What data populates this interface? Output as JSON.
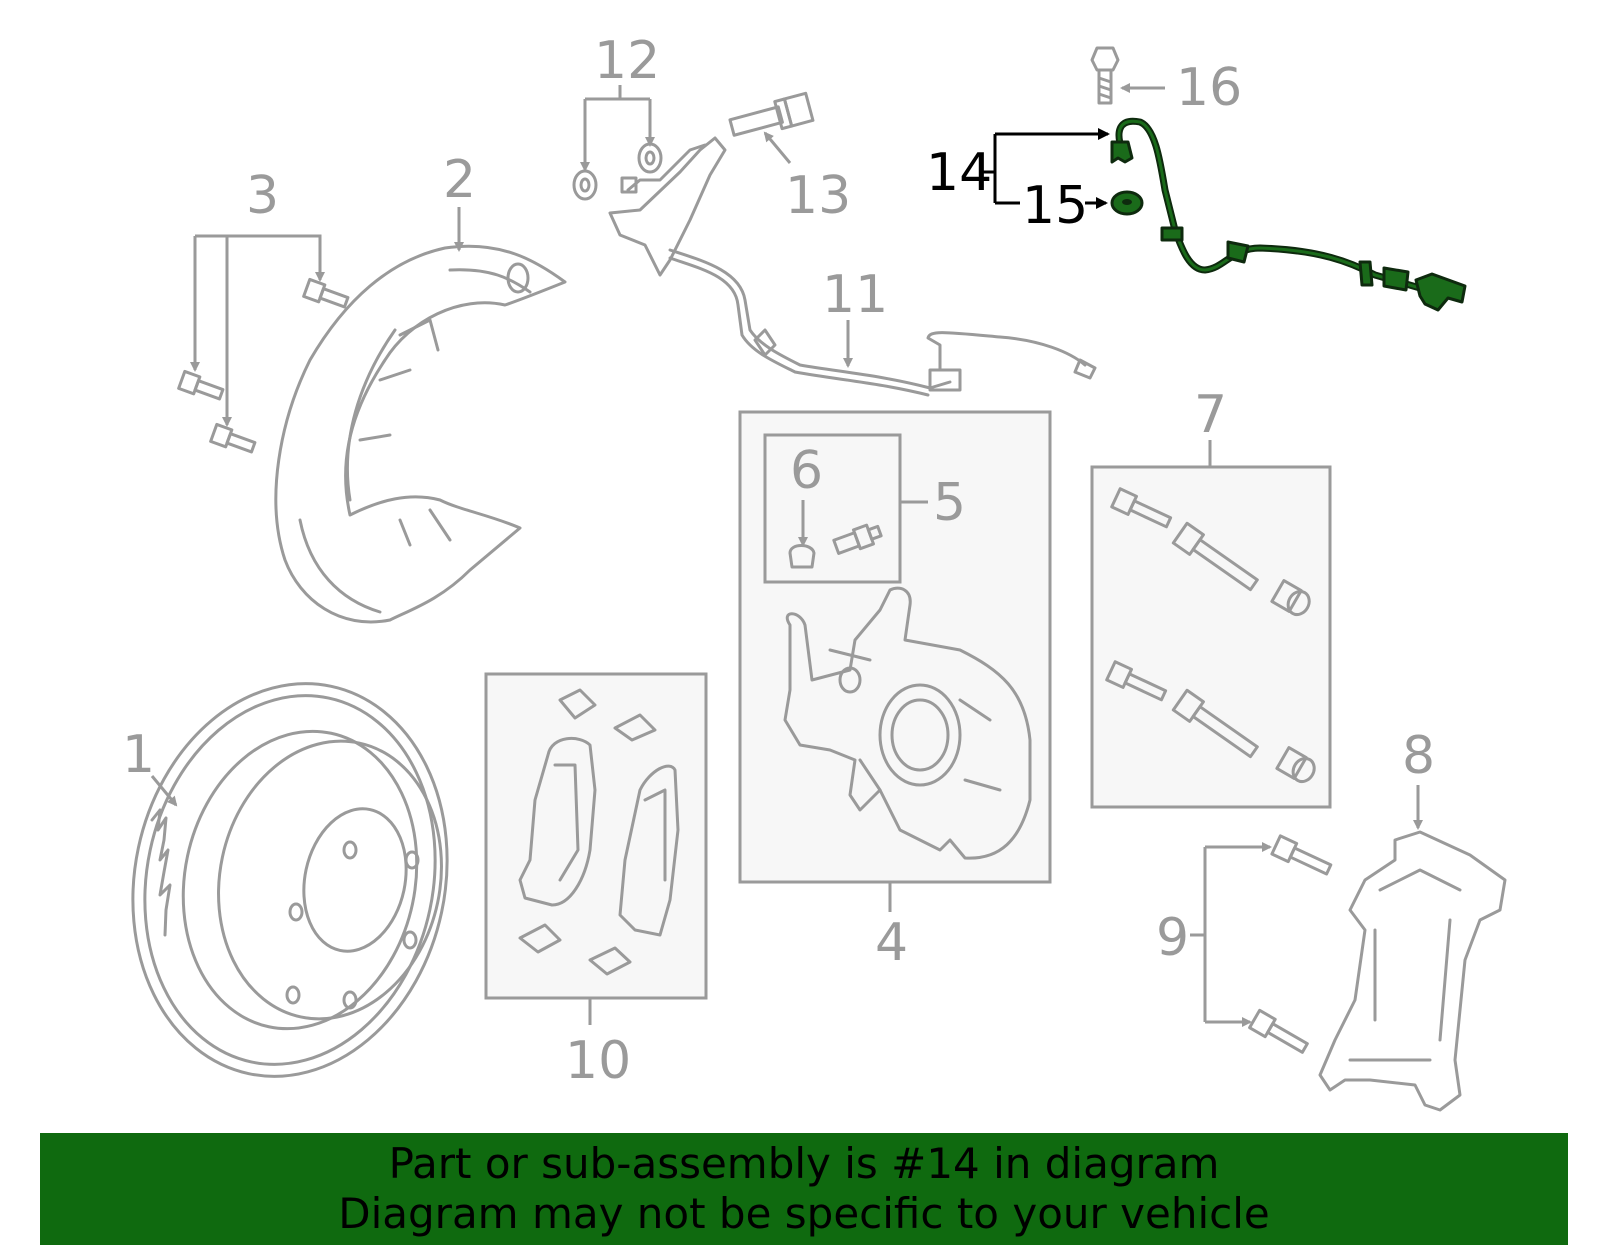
{
  "diagram": {
    "highlight_color": "#1a6b1a",
    "line_color": "#9a9a9a",
    "callouts": {
      "c1": "1",
      "c2": "2",
      "c3": "3",
      "c4": "4",
      "c5": "5",
      "c6": "6",
      "c7": "7",
      "c8": "8",
      "c9": "9",
      "c10": "10",
      "c11": "11",
      "c12": "12",
      "c13": "13",
      "c14": "14",
      "c15": "15",
      "c16": "16"
    },
    "highlighted_part": "14"
  },
  "banner": {
    "background": "#0f6a0f",
    "line1": "Part or sub-assembly is #14 in diagram",
    "line2": "Diagram may not be specific to your vehicle"
  }
}
